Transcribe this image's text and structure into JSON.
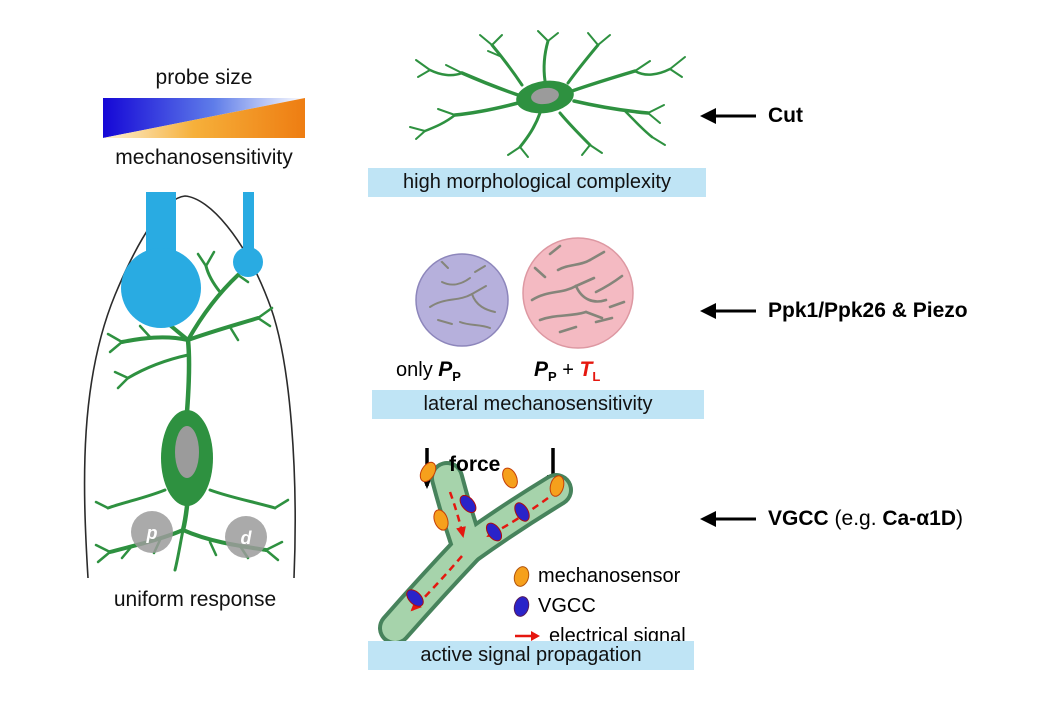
{
  "colors": {
    "neuron_green": "#2e9140",
    "soma_gray": "#9b9b9b",
    "probe_blue": "#29abe2",
    "highlight_blue": "#bfe4f5",
    "gradient_blue": "#1507d6",
    "gradient_orange": "#ee7d12",
    "purple_fill": "#b6b0dc",
    "purple_stroke": "#8d86bb",
    "pink_fill": "#f4bac2",
    "pink_stroke": "#dd98a2",
    "dendrite_gray": "#85857a",
    "tube_fill": "#a6d3ab",
    "tube_outline": "#47835c",
    "mechanosensor_orange": "#f6a01c",
    "vgcc_blue": "#2a23c9",
    "signal_red": "#e5170f",
    "outline_black": "#2b2b2b"
  },
  "left_panel": {
    "gradient_title": "probe size",
    "gradient_subtitle": "mechanosensitivity",
    "marker_p": "p",
    "marker_d": "d",
    "caption": "uniform response"
  },
  "panel_morphology": {
    "caption": "high morphological complexity",
    "annotation": "Cut"
  },
  "panel_lateral": {
    "label_only_prefix": "only ",
    "label_p": "P",
    "label_p_sub": "P",
    "label_plus": " + ",
    "label_t": "T",
    "label_t_sub": "L",
    "caption": "lateral mechanosensitivity",
    "annotation": "Ppk1/Ppk26 & Piezo"
  },
  "panel_propagation": {
    "force_label": "force",
    "legend": [
      {
        "label": "mechanosensor"
      },
      {
        "label": "VGCC"
      },
      {
        "label": "electrical signal"
      }
    ],
    "caption": "active signal propagation",
    "annotation_part1": "VGCC",
    "annotation_part2": " (e.g. ",
    "annotation_part3": "Ca-α1D",
    "annotation_part4": ")"
  }
}
